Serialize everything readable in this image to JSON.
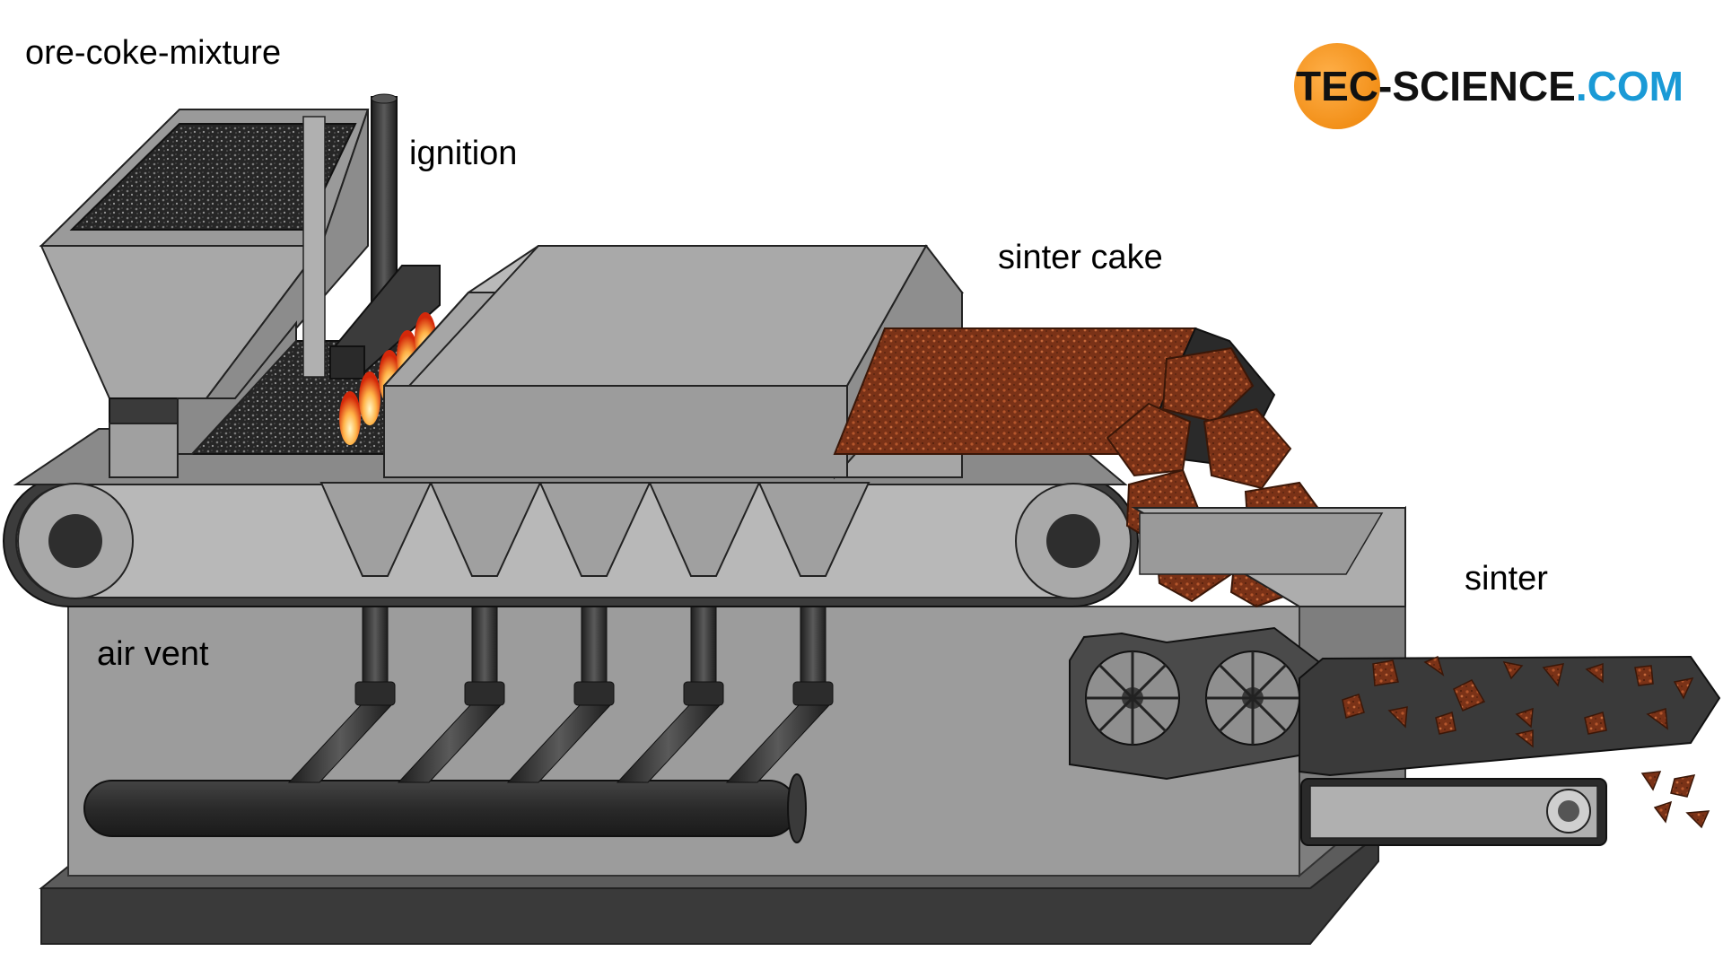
{
  "labels": {
    "ore_coke_mixture": "ore-coke-mixture",
    "ignition": "ignition",
    "sinter_cake": "sinter cake",
    "sinter": "sinter",
    "air_vent": "air vent"
  },
  "logo": {
    "part1": "TEC",
    "part2": "-SCIENCE",
    "part3": ".COM",
    "circle_color": "#f7931e",
    "dark_color": "#111111",
    "blue_color": "#1a9ad6"
  },
  "colors": {
    "machine_light": "#b5b5b5",
    "machine_mid": "#9a9a9a",
    "machine_dark": "#6f6f6f",
    "belt_dark": "#3a3a3a",
    "ore_mixture": "#2a2a2a",
    "sinter_brown": "#8a3b1c",
    "flame": "#ff7a1a"
  }
}
